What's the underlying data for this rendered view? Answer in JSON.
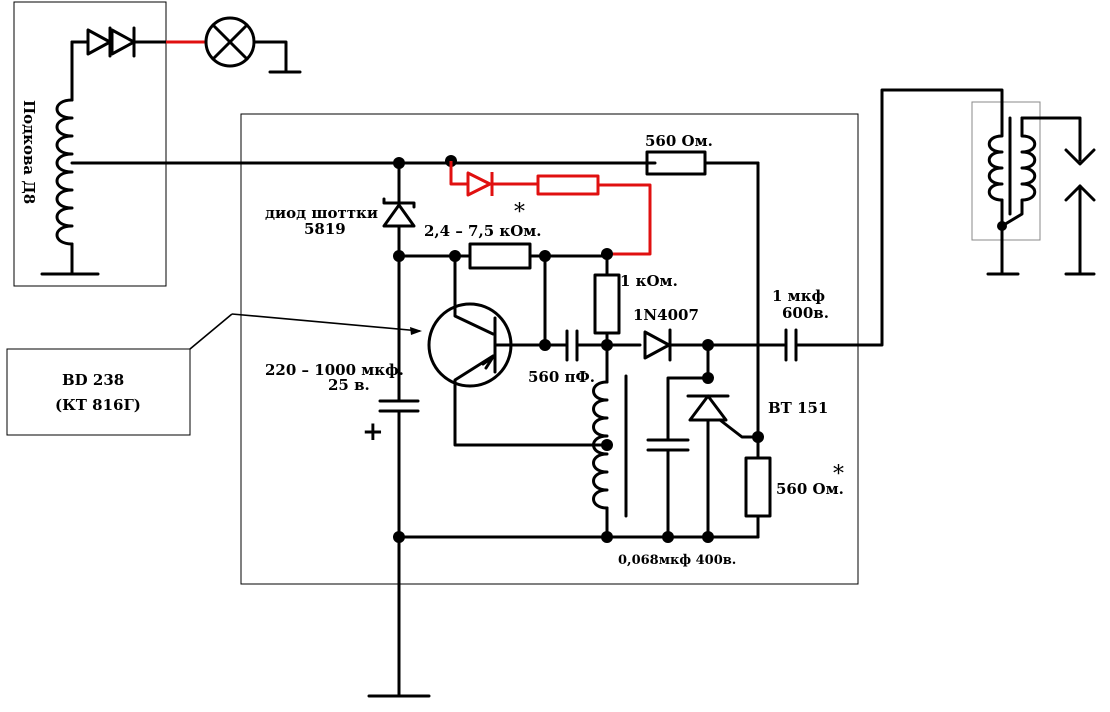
{
  "labels": {
    "coil": "Подкова Д8",
    "schottky": "диод шоттки",
    "schottky_part": "5819",
    "r_timing": "2,4 – 7,5 кОм.",
    "r_top": "560 Ом.",
    "r_1k": "1 кОм.",
    "diode": "1N4007",
    "cap_out": "1 мкф",
    "cap_out_v": "600в.",
    "cap_main": "220 – 1000 мкф.",
    "cap_main_v": "25 в.",
    "plus": "+",
    "cap_small": "560 пФ.",
    "thyristor": "ВТ 151",
    "r_gate": "560 Ом.",
    "cap_bottom": "0,068мкф 400в.",
    "transistor": "BD 238",
    "transistor_alt": "(КТ 816Г)",
    "mark1": "*",
    "mark2": "*"
  },
  "colors": {
    "wire": "#000000",
    "modification": "#e01010"
  }
}
